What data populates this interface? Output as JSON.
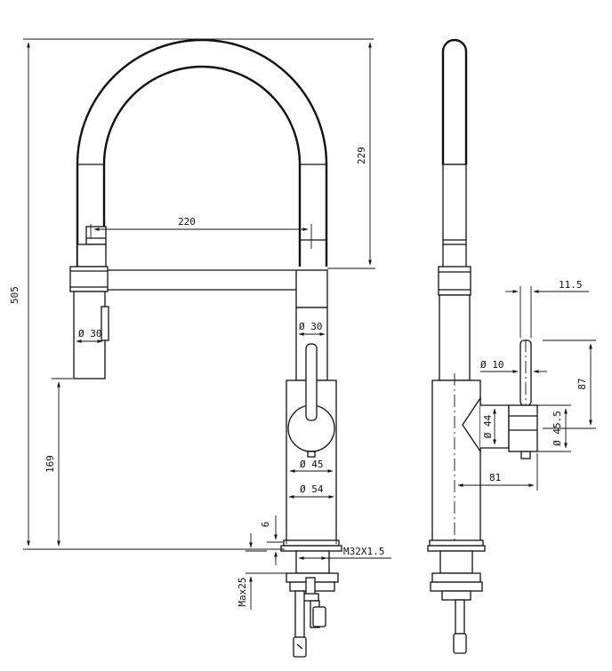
{
  "dimensions": {
    "total_height": "505",
    "arc_height": "229",
    "reach": "220",
    "spray_diameter": "Ø 30",
    "body_diameter": "Ø 30",
    "handle_base_diameter": "Ø 45",
    "base_diameter": "Ø 54",
    "spray_height": "169",
    "base_thickness": "6",
    "thread": "M32X1.5",
    "max_deck": "Max25",
    "side_handle_offset": "11.5",
    "side_handle_length": "87",
    "handle_rod_diameter": "Ø 10",
    "handle_hub_diameter_a": "Ø 44",
    "handle_hub_diameter_b": "Ø 45.5",
    "handle_depth": "81"
  }
}
